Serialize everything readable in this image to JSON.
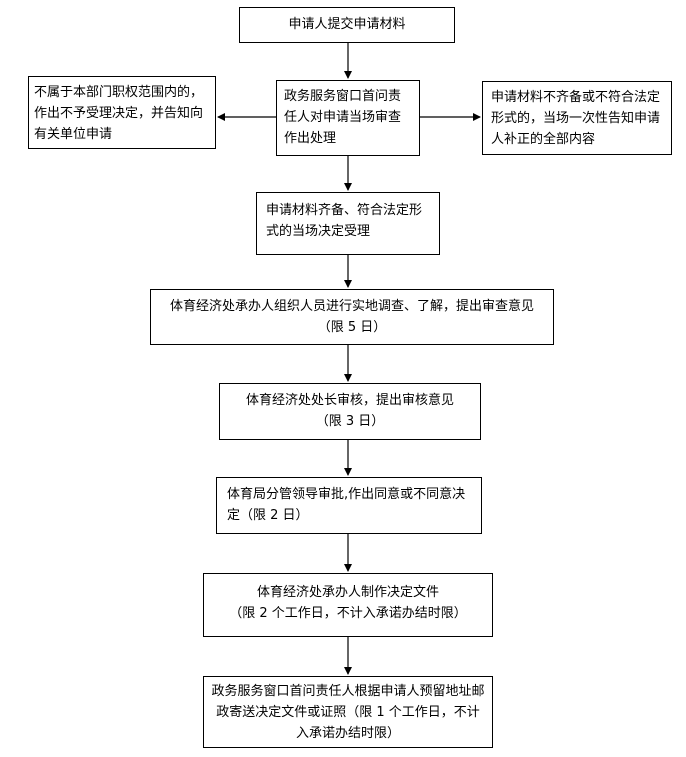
{
  "flow": {
    "step1": "申请人提交申请材料",
    "step2": "政务服务窗口首问责任人对申请当场审查作出处理",
    "left_branch": "不属于本部门职权范围内的，作出不予受理决定，并告知向有关单位申请",
    "right_branch": "申请材料不齐备或不符合法定形式的，当场一次性告知申请人补正的全部内容",
    "step3": "申请材料齐备、符合法定形式的当场决定受理",
    "step4_line1": "体育经济处承办人组织人员进行实地调查、了解，提出审查意见",
    "step4_line2": "（限 5 日）",
    "step5_line1": "体育经济处处长审核，提出审核意见",
    "step5_line2": "（限 3 日）",
    "step6": "体育局分管领导审批,作出同意或不同意决定（限 2 日）",
    "step7_line1": "体育经济处承办人制作决定文件",
    "step7_line2": "（限 2 个工作日，不计入承诺办结时限）",
    "step8": "政务服务窗口首问责任人根据申请人预留地址邮政寄送决定文件或证照（限 1 个工作日，不计入承诺办结时限）"
  }
}
